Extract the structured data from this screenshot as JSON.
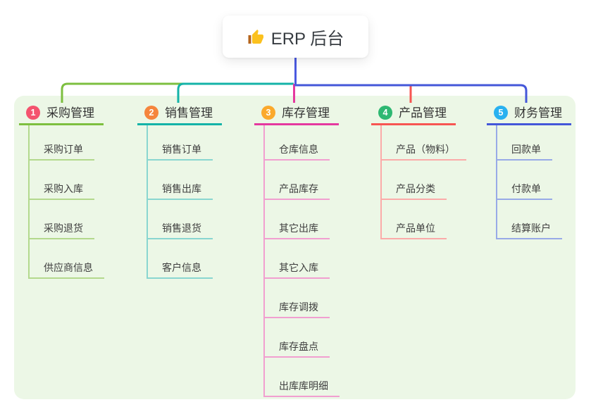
{
  "root": {
    "title": "ERP 后台",
    "icon": "thumbs-up-icon"
  },
  "colors": {
    "canvas_bg": "#ffffff",
    "panel_bg": "#ecf7e6",
    "trunk": "#4b5ae0",
    "thumb_hand": "#fbc11e",
    "thumb_sleeve": "#b5651d"
  },
  "branches": [
    {
      "num": "1",
      "title": "采购管理",
      "color": "#7dbf3f",
      "light_color": "#b3d98d",
      "badge_color": "#f4536e",
      "children": [
        "采购订单",
        "采购入库",
        "采购退货",
        "供应商信息"
      ]
    },
    {
      "num": "2",
      "title": "销售管理",
      "color": "#14b3a8",
      "light_color": "#89d6d0",
      "badge_color": "#f5853d",
      "children": [
        "销售订单",
        "销售出库",
        "销售退货",
        "客户信息"
      ]
    },
    {
      "num": "3",
      "title": "库存管理",
      "color": "#e5399f",
      "light_color": "#f19fd0",
      "badge_color": "#fba92c",
      "children": [
        "仓库信息",
        "产品库存",
        "其它出库",
        "其它入库",
        "库存调拨",
        "库存盘点",
        "出库库明细"
      ]
    },
    {
      "num": "4",
      "title": "产品管理",
      "color": "#f75552",
      "light_color": "#fbaba9",
      "badge_color": "#2eb872",
      "children": [
        "产品（物料）",
        "产品分类",
        "产品单位"
      ]
    },
    {
      "num": "5",
      "title": "财务管理",
      "color": "#4457d9",
      "light_color": "#98aae7",
      "badge_color": "#29b1f0",
      "children": [
        "回款单",
        "付款单",
        "结算账户"
      ]
    }
  ]
}
